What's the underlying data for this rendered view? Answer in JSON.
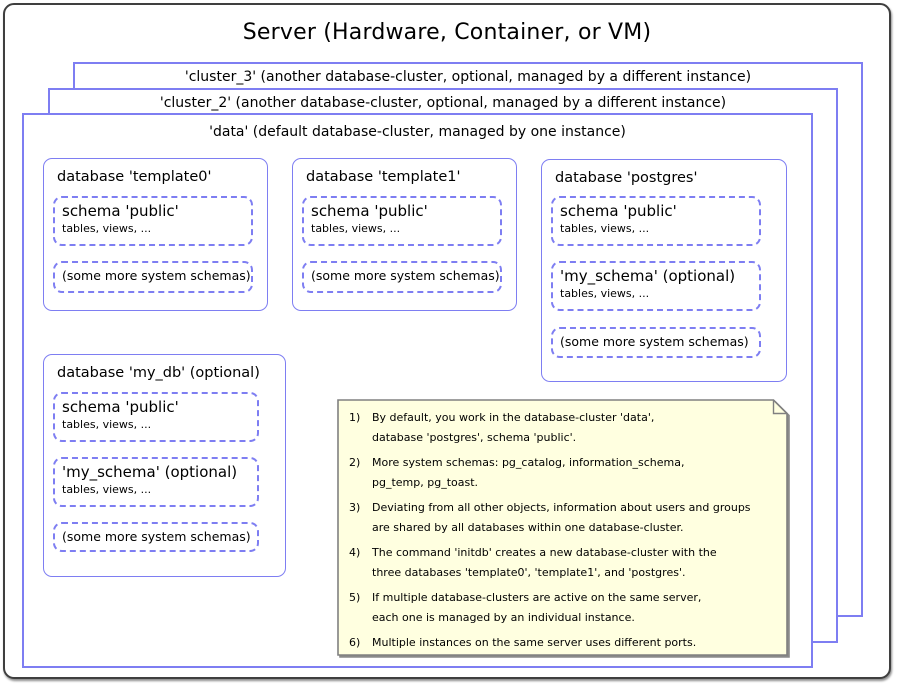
{
  "title": "Server (Hardware, Container, or VM)",
  "colors": {
    "box_border_blue": "#7e7ef2",
    "note_background": "#ffffe0",
    "note_border": "#808080",
    "outer_border": "#3f3f3f"
  },
  "clusters": [
    {
      "id": "cluster_3",
      "label": "'cluster_3' (another database-cluster, optional, managed by a different instance)"
    },
    {
      "id": "cluster_2",
      "label": "'cluster_2' (another database-cluster, optional, managed by a different instance)"
    },
    {
      "id": "data",
      "label": "'data' (default database-cluster, managed by one instance)"
    }
  ],
  "databases": [
    {
      "label": "database 'template0'",
      "schemas": [
        {
          "label": "schema 'public'",
          "sub": "tables, views, ..."
        }
      ],
      "system_label": "(some more system schemas)"
    },
    {
      "label": "database 'template1'",
      "schemas": [
        {
          "label": "schema 'public'",
          "sub": "tables, views, ..."
        }
      ],
      "system_label": "(some more system schemas)"
    },
    {
      "label": "database 'postgres'",
      "schemas": [
        {
          "label": "schema 'public'",
          "sub": "tables, views, ..."
        },
        {
          "label": "'my_schema' (optional)",
          "sub": "tables, views, ..."
        }
      ],
      "system_label": "(some more system schemas)"
    },
    {
      "label": "database 'my_db' (optional)",
      "schemas": [
        {
          "label": "schema 'public'",
          "sub": "tables, views, ..."
        },
        {
          "label": "'my_schema' (optional)",
          "sub": "tables, views, ..."
        }
      ],
      "system_label": "(some more system schemas)"
    }
  ],
  "note": {
    "items": [
      {
        "num": "1)",
        "text": "By default, you work in the database-cluster 'data',\ndatabase 'postgres', schema 'public'."
      },
      {
        "num": "2)",
        "text": "More system schemas: pg_catalog, information_schema,\npg_temp, pg_toast."
      },
      {
        "num": "3)",
        "text": "Deviating from all other objects, information about users and groups\nare shared by all databases within one database-cluster."
      },
      {
        "num": "4)",
        "text": "The command 'initdb' creates a new database-cluster with the\nthree databases 'template0', 'template1', and 'postgres'."
      },
      {
        "num": "5)",
        "text": "If multiple database-clusters are active on the same server,\neach one is managed by an individual instance."
      },
      {
        "num": "6)",
        "text": "Multiple instances on the same server uses different ports."
      }
    ]
  }
}
